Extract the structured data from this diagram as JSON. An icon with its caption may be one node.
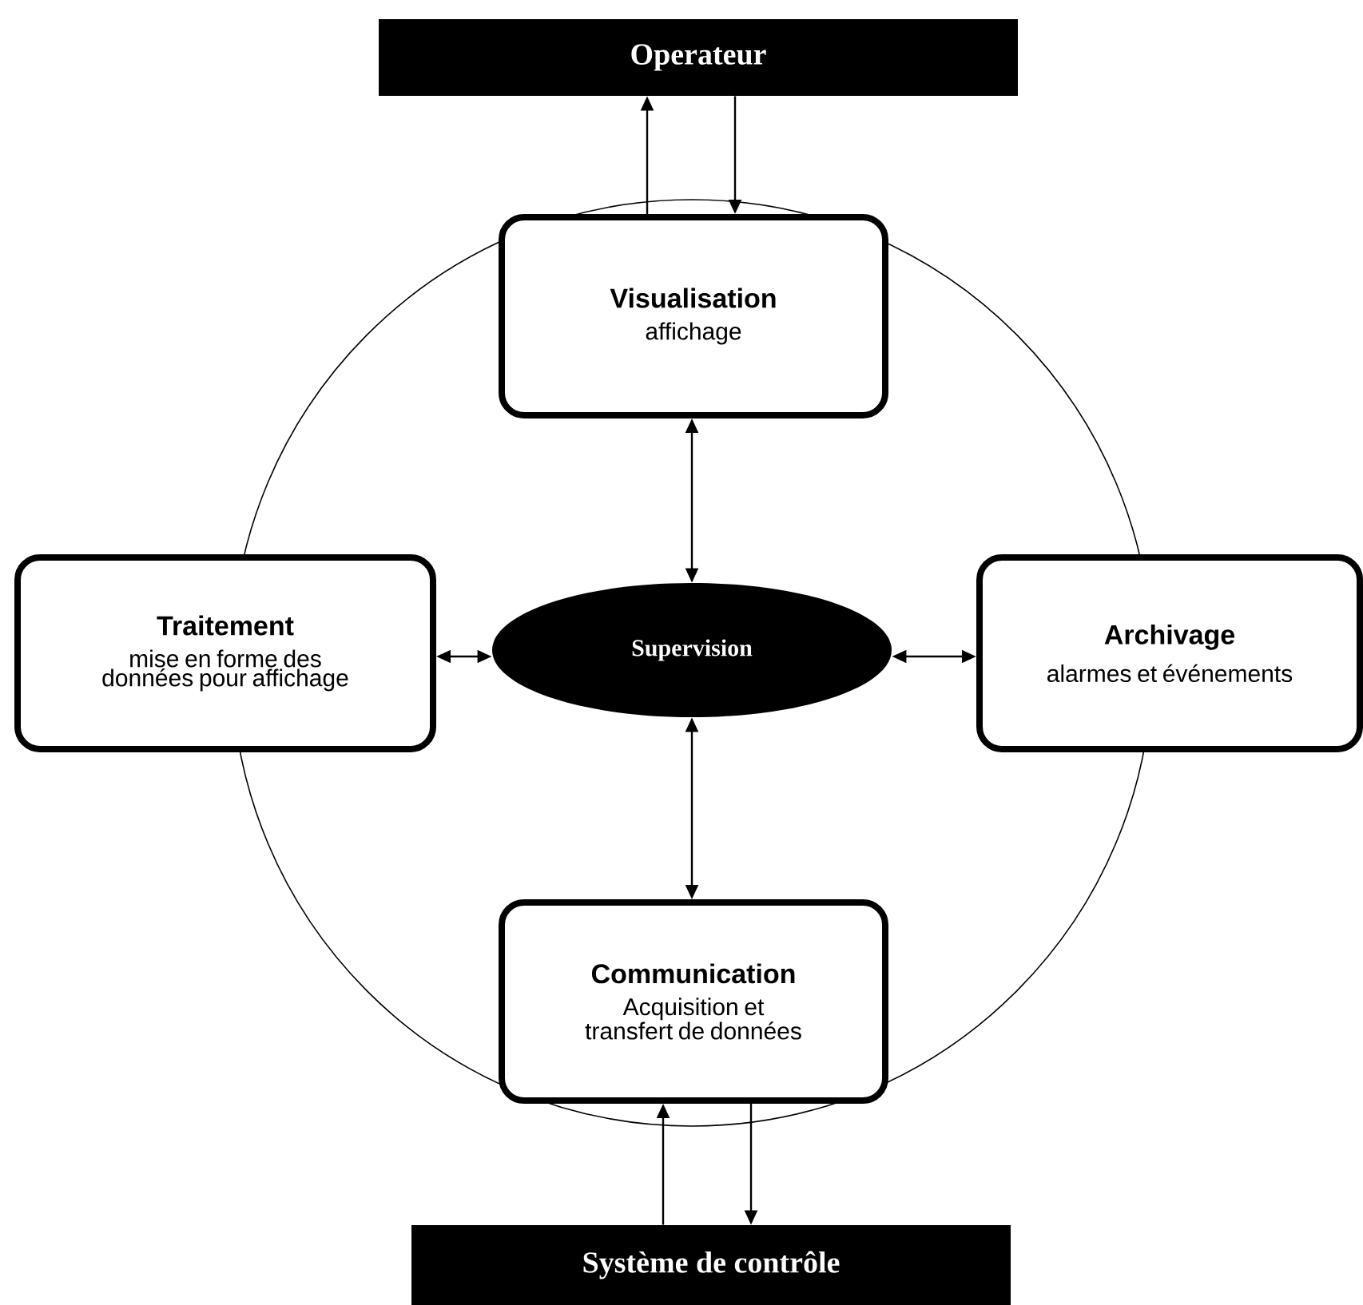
{
  "diagram": {
    "nodes": [
      {
        "text": [
          "Operateur"
        ]
      },
      {
        "text": [
          "Visualisation",
          "affichage"
        ]
      },
      {
        "text": [
          "Traitement",
          "mise en forme des données pour affichage"
        ]
      },
      {
        "text": [
          "Supervision"
        ]
      },
      {
        "text": [
          "Archivage",
          "alarmes et événements"
        ]
      },
      {
        "text": [
          "Communication",
          "Acquisition et transfert de données"
        ]
      },
      {
        "text": [
          "Système de contrôle"
        ]
      }
    ],
    "edges": [
      {
        "from": 1,
        "to": 0,
        "arrow": "to"
      },
      {
        "from": 0,
        "to": 1,
        "arrow": "to"
      },
      {
        "from": 1,
        "to": 3,
        "arrow": "both"
      },
      {
        "from": 2,
        "to": 3,
        "arrow": "both"
      },
      {
        "from": 3,
        "to": 4,
        "arrow": "both"
      },
      {
        "from": 3,
        "to": 5,
        "arrow": "both"
      },
      {
        "from": 6,
        "to": 5,
        "arrow": "to"
      },
      {
        "from": 5,
        "to": 6,
        "arrow": "to"
      }
    ]
  }
}
